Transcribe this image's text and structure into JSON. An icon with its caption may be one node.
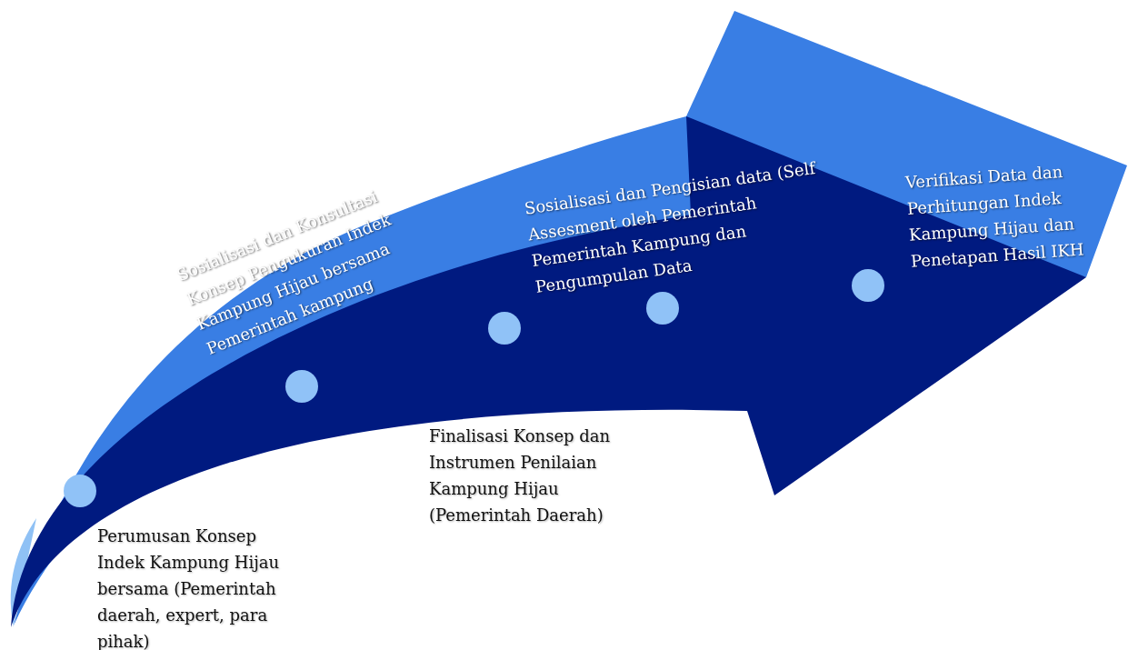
{
  "diagram": {
    "nodes": [
      {
        "text": [],
        "shape": "circle",
        "beside": [
          "Perumusan Konsep Indek Kampung Hijau bersama (Pemerintah daerah, expert, para pihak)"
        ]
      },
      {
        "text": [],
        "shape": "circle",
        "beside": [
          "Sosialisasi dan Konsultasi Konsep Pengukuran Indek Kampung Hijau bersama Pemerintah kampung"
        ]
      },
      {
        "text": [],
        "shape": "circle"
      },
      {
        "text": [],
        "shape": "circle",
        "beside": [
          "Sosialisasi dan Pengisian data (Self Assesment oleh Pemerintah Pemerintah Kampung dan Pengumpulan Data"
        ]
      },
      {
        "text": [],
        "shape": "circle",
        "beside": [
          "Verifikasi Data dan Perhitungan Indek Kampung Hijau dan Penetapan Hasil IKH"
        ]
      }
    ],
    "edges": [],
    "labels": [
      "Finalisasi Konsep dan Instrumen Penilaian Kampung Hijau (Pemerintah Daerah)"
    ]
  }
}
